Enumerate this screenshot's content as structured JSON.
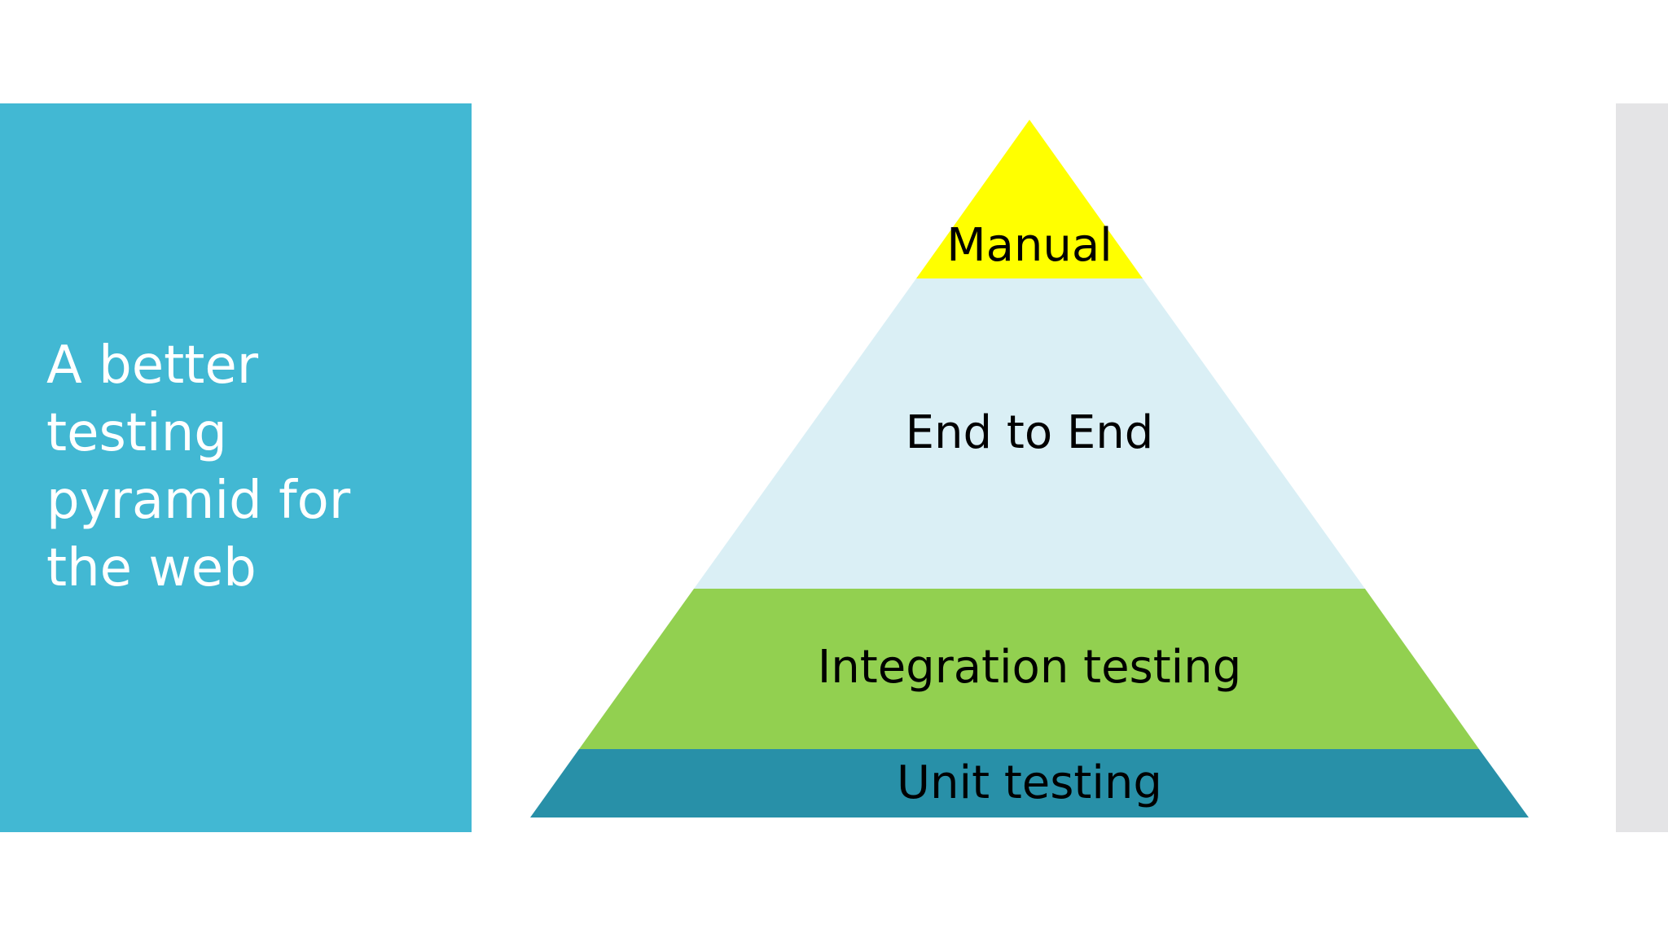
{
  "slide": {
    "title_lines": [
      "A better",
      "testing",
      "pyramid for",
      "the web"
    ]
  },
  "pyramid": {
    "tiers": [
      {
        "label": "Manual",
        "color": "#ffff00"
      },
      {
        "label": "End to End",
        "color": "#daeff5"
      },
      {
        "label": "Integration testing",
        "color": "#92d050"
      },
      {
        "label": "Unit testing",
        "color": "#2890a8"
      }
    ]
  },
  "colors": {
    "title_panel": "#42b8d3",
    "right_bar": "#e4e4e6",
    "title_text": "#ffffff"
  }
}
